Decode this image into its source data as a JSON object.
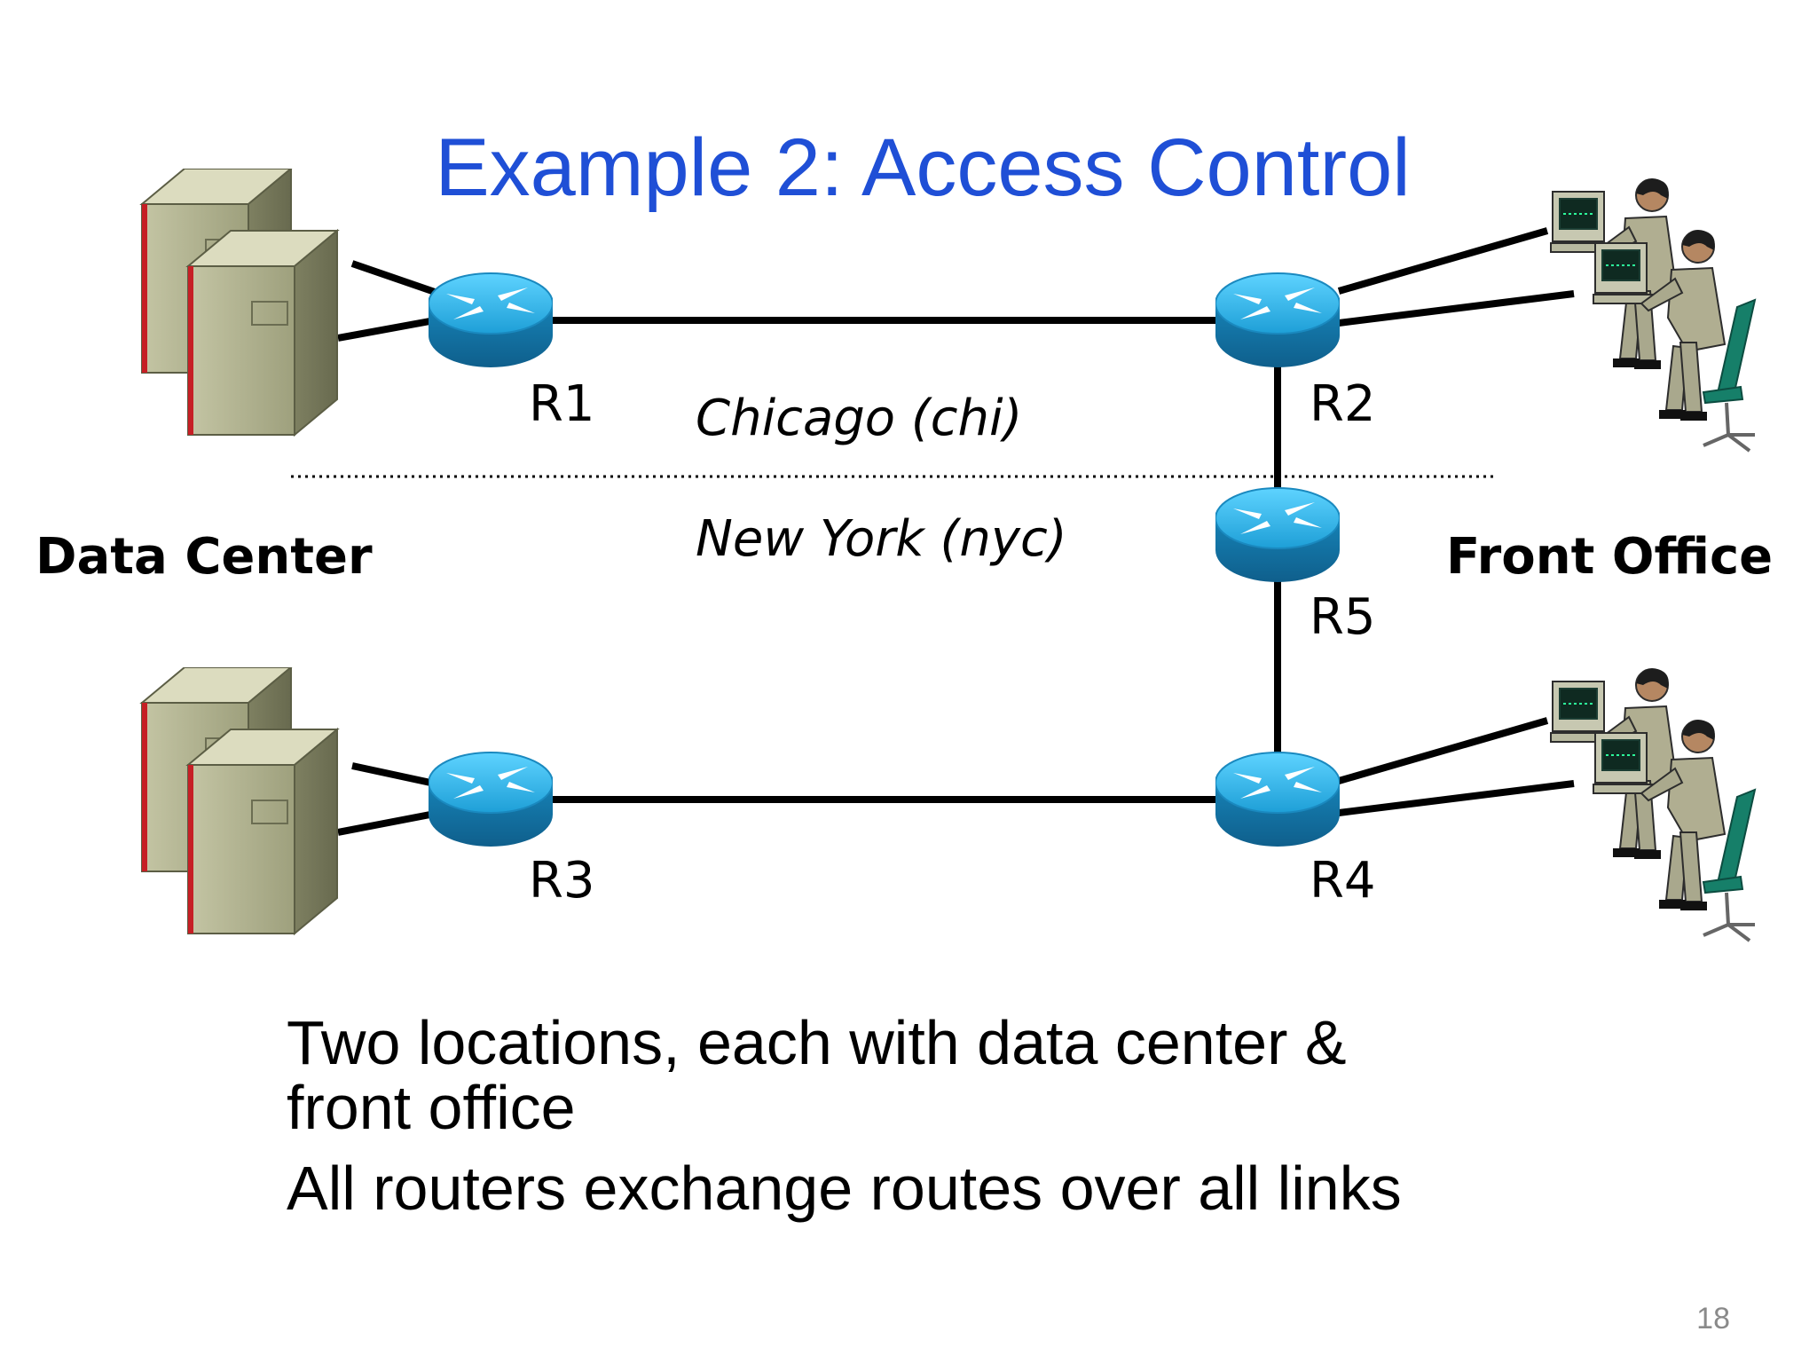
{
  "title": "Example 2: Access Control",
  "routers": {
    "r1": "R1",
    "r2": "R2",
    "r3": "R3",
    "r4": "R4",
    "r5": "R5"
  },
  "sites": {
    "data_center": "Data Center",
    "front_office": "Front Office"
  },
  "cities": {
    "chicago": "Chicago (chi)",
    "new_york": "New York (nyc)"
  },
  "bullets": {
    "first_line1": "Two locations, each with data center &",
    "first_line2": "front office",
    "second": "All routers exchange routes over all links"
  },
  "page_number": "18",
  "colors": {
    "title": "#1f4fd6",
    "router": "#1aa0d8",
    "server": "#a7aa86",
    "person": "#b0ae91",
    "chair": "#167f69"
  }
}
